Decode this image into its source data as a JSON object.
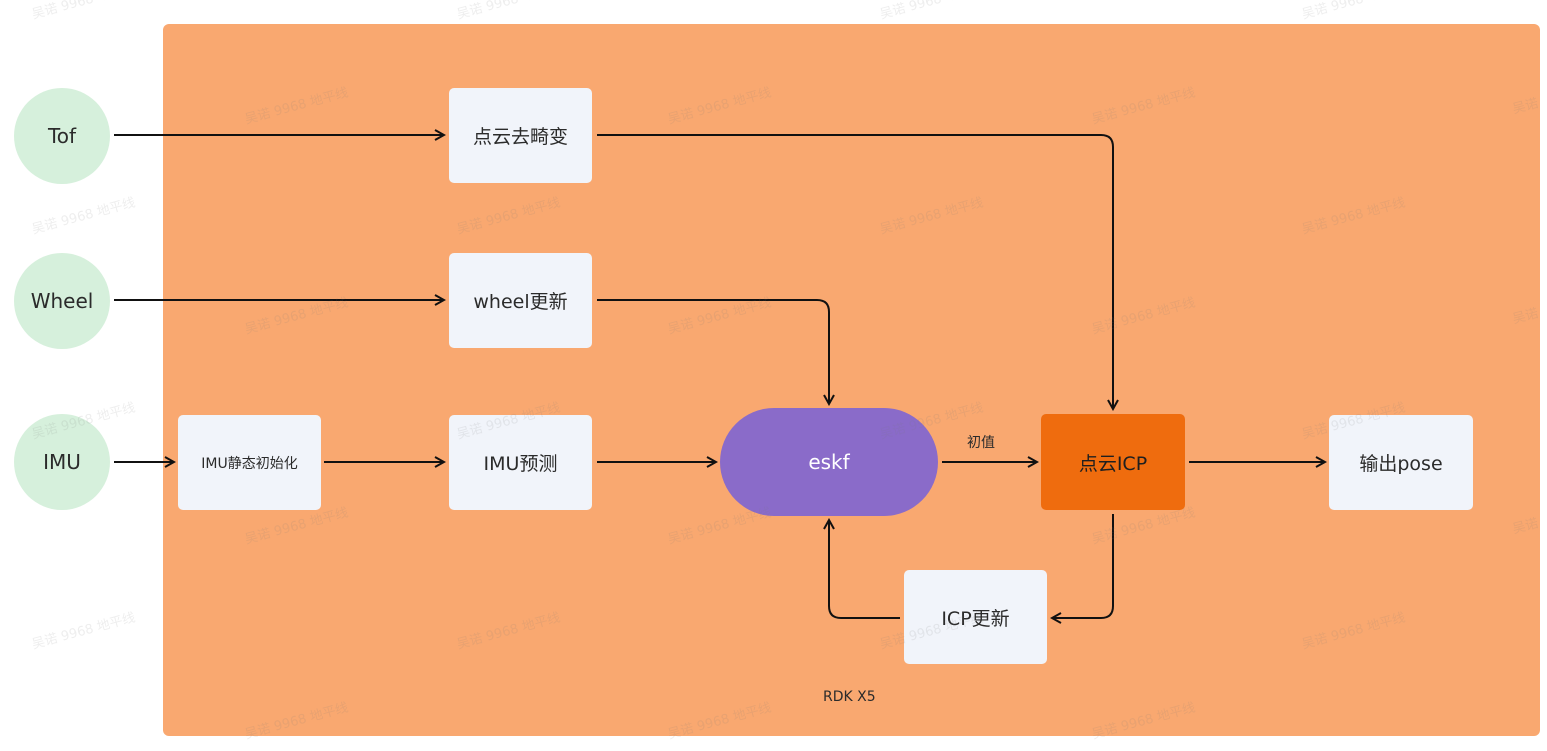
{
  "container": {
    "label": "RDK X5"
  },
  "inputs": {
    "tof": "Tof",
    "wheel": "Wheel",
    "imu": "IMU"
  },
  "processes": {
    "undistort": "点云去畸变",
    "wheel_update": "wheel更新",
    "imu_init": "IMU静态初始化",
    "imu_predict": "IMU预测",
    "eskf": "eskf",
    "icp": "点云ICP",
    "icp_update": "ICP更新",
    "output": "输出pose"
  },
  "edge_labels": {
    "initial_value": "初值"
  },
  "watermark": "吴诺 9968 地平线",
  "colors": {
    "container": "#f9a870",
    "input_node": "#d6f0dc",
    "process_node": "#f1f4fa",
    "eskf": "#8a6bc9",
    "icp": "#ef6c0e"
  }
}
